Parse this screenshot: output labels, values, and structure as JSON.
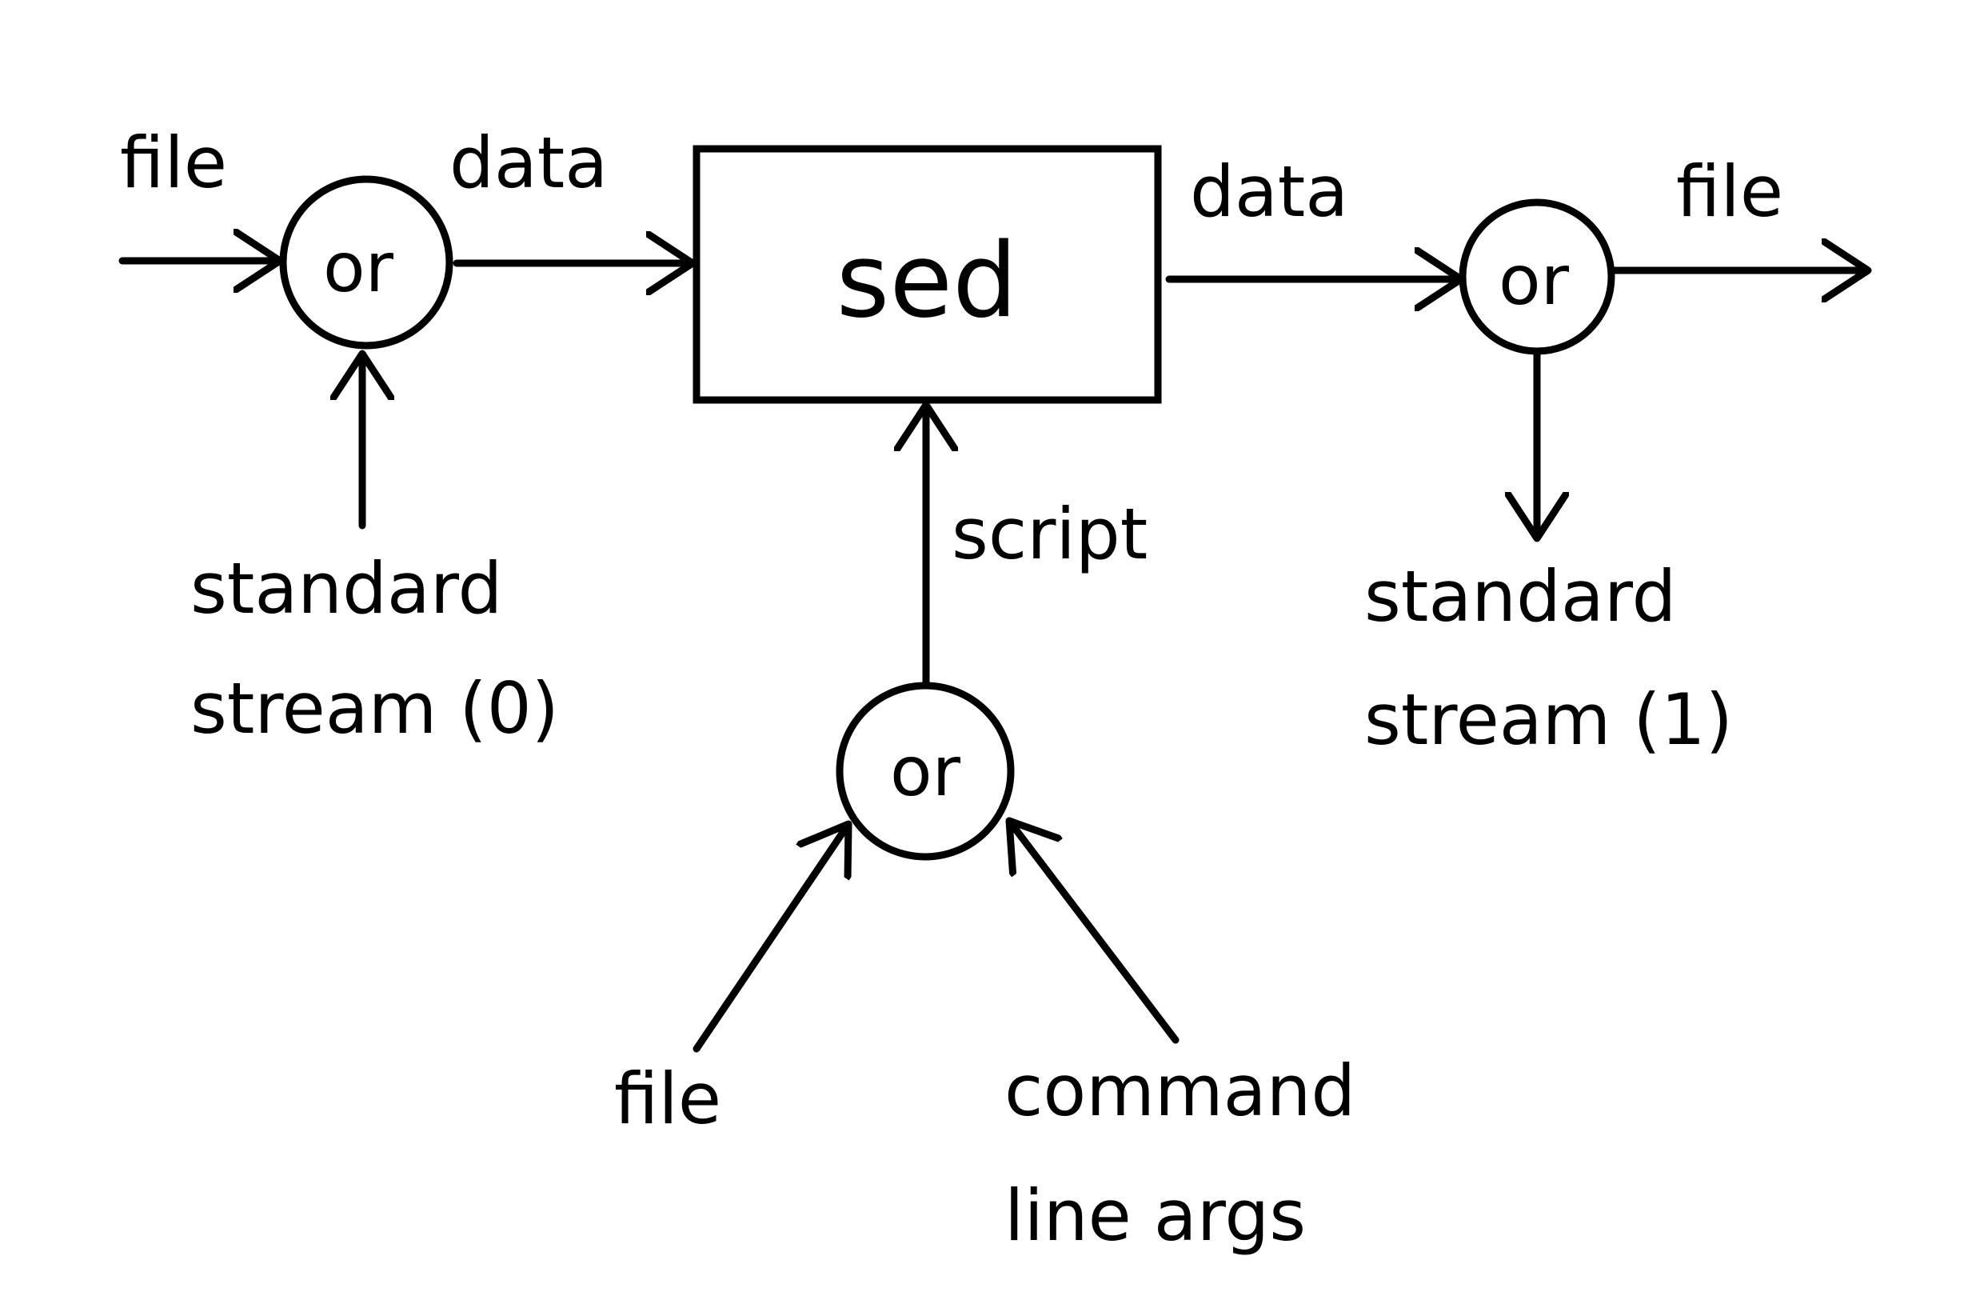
{
  "colors": {
    "stroke": "#000000",
    "background": "#ffffff"
  },
  "nodes": {
    "sed_box": "sed",
    "or_input": "or",
    "or_script": "or",
    "or_output": "or"
  },
  "labels": {
    "input_file": "file",
    "input_data": "data",
    "input_standard": "standard",
    "input_stream": "stream (0)",
    "script": "script",
    "script_file": "file",
    "script_command": "command",
    "script_line_args": "line args",
    "output_data": "data",
    "output_file": "file",
    "output_standard": "standard",
    "output_stream": "stream (1)"
  }
}
